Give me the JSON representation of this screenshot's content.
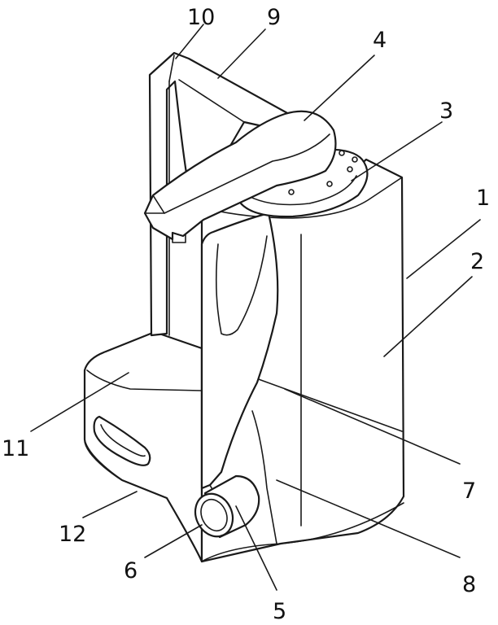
{
  "callouts": [
    {
      "id": "c1",
      "text": "1"
    },
    {
      "id": "c2",
      "text": "2"
    },
    {
      "id": "c3",
      "text": "3"
    },
    {
      "id": "c4",
      "text": "4"
    },
    {
      "id": "c5",
      "text": "5"
    },
    {
      "id": "c6",
      "text": "6"
    },
    {
      "id": "c7",
      "text": "7"
    },
    {
      "id": "c8",
      "text": "8"
    },
    {
      "id": "c9",
      "text": "9"
    },
    {
      "id": "c10",
      "text": "10"
    },
    {
      "id": "c11",
      "text": "11"
    },
    {
      "id": "c12",
      "text": "12"
    }
  ],
  "colors": {
    "line": "#1a1a1a",
    "background": "#ffffff"
  }
}
